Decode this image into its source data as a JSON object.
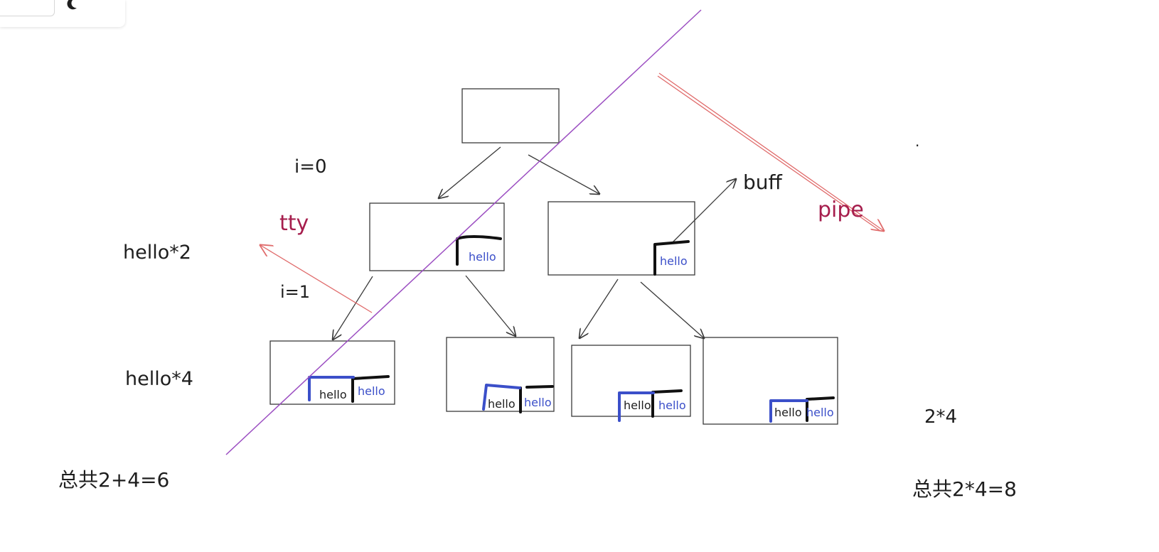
{
  "labels": {
    "i0": "i=0",
    "i1": "i=1",
    "tty": "tty",
    "pipe": "pipe",
    "buff": "buff",
    "hello_x2": "hello*2",
    "hello_x4": "hello*4",
    "total_left": "总共2+4=6",
    "total_right": "总共2*4=8",
    "two_times_four": "2*4",
    "dot": "."
  },
  "buffer_text": "hello",
  "colors": {
    "ink": "#1e1e1e",
    "buffer_blue": "#3b4fc9",
    "red": "#e06c6c",
    "label_red": "#a61e4d",
    "purple": "#9c4fc2"
  },
  "toolbar": {
    "icon": "moon-icon"
  }
}
